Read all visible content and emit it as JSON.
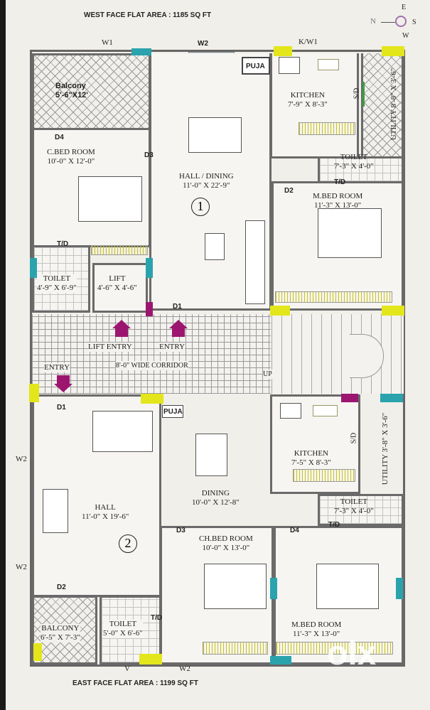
{
  "headers": {
    "top": "WEST FACE FLAT  AREA : 1185 SQ FT",
    "bottom": "EAST FACE FLAT AREA : 1199 SQ FT"
  },
  "compass": {
    "n": "N",
    "e": "E",
    "s": "S",
    "w": "W"
  },
  "flat1": {
    "number": "1",
    "windows": {
      "w1": "W1",
      "w2": "W2",
      "kw1": "K/W1"
    },
    "puja": "PUJA",
    "balcony": {
      "name": "Balcony",
      "size": "5'-6\"X12'"
    },
    "kitchen": {
      "name": "KITCHEN",
      "size": "7'-9\" X 8'-3\""
    },
    "sd": "S/D",
    "utility": {
      "name": "UTILITY",
      "size": "8'-8\" X 3'-6\""
    },
    "cbed": {
      "name": "C.BED ROOM",
      "size": "10'-0\" X 12'-0\""
    },
    "hall": {
      "name": "HALL / DINING",
      "size": "11'-0\" X 22'-9\""
    },
    "toilet_r": {
      "name": "TOILET",
      "size": "7'-3\" X 4'-0\""
    },
    "mbed": {
      "name": "M.BED ROOM",
      "size": "11'-3\" X 13'-0\""
    },
    "toilet_l": {
      "name": "TOILET",
      "size": "4'-9\" X 6'-9\""
    },
    "lift": {
      "name": "LIFT",
      "size": "4'-6\" X 4'-6\""
    },
    "doors": {
      "d1": "D1",
      "d2": "D2",
      "d3": "D3",
      "d4": "D4",
      "td1": "T/D",
      "td2": "T/D"
    }
  },
  "corridor": {
    "lift_entry": "LIFT ENTRY",
    "entry": "ENTRY",
    "entry2": "ENTRY",
    "name": "8'-0\" WIDE CORRIDOR",
    "up": "UP"
  },
  "flat2": {
    "number": "2",
    "puja": "PUJA",
    "windows": {
      "w2a": "W2",
      "w2b": "W2",
      "v": "V",
      "w2c": "W2"
    },
    "kitchen": {
      "name": "KITCHEN",
      "size": "7'-5\" X 8'-3\""
    },
    "sd": "S/D",
    "utility": {
      "name": "UTILITY",
      "size": "3'-8\" X 3'-6\""
    },
    "hall": {
      "name": "HALL",
      "size": "11'-0\" X 19'-6\""
    },
    "dining": {
      "name": "DINING",
      "size": "10'-0\" X 12'-8\""
    },
    "toilet_r": {
      "name": "TOILET",
      "size": "7'-3\" X 4'-0\""
    },
    "chbed": {
      "name": "CH.BED ROOM",
      "size": "10'-0\" X 13'-0\""
    },
    "mbed": {
      "name": "M.BED ROOM",
      "size": "11'-3\" X 13'-0\""
    },
    "balcony": {
      "name": "BALCONY",
      "size": "6'-5\" X 7'-3\""
    },
    "toilet_l": {
      "name": "TOILET",
      "size": "5'-0\" X 6'-6\""
    },
    "doors": {
      "d1": "D1",
      "d2": "D2",
      "d3": "D3",
      "d4": "D4",
      "td1": "T/D",
      "td2": "T/D"
    }
  },
  "watermark": "olx",
  "colors": {
    "yellow": "#e3e61a",
    "teal": "#2aa3ad",
    "magenta": "#9c1670"
  }
}
